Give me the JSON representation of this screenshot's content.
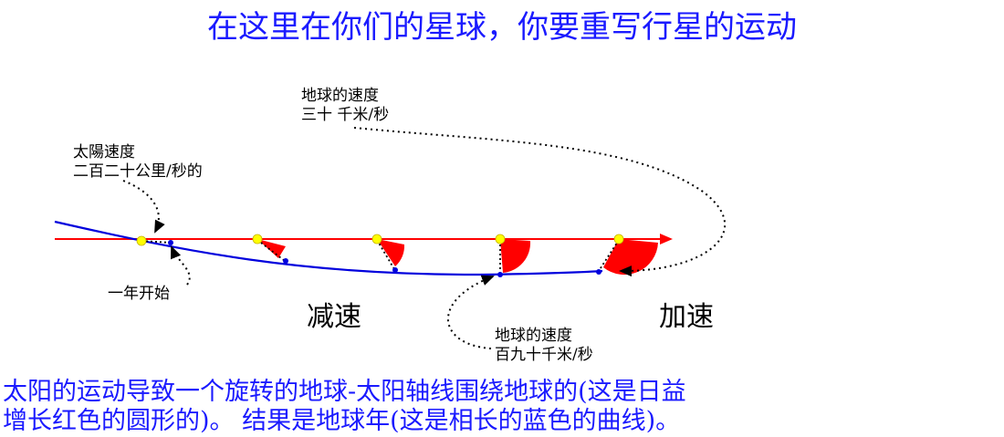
{
  "title": "在这里在你们的星球，你要重写行星的运动",
  "labels": {
    "earth_speed_top_line1": "地球的速度",
    "earth_speed_top_line2": "三十 千米/秒",
    "sun_speed_line1": "太陽速度",
    "sun_speed_line2": "二百二十公里/秒的",
    "year_start": "一年开始",
    "decelerate": "减速",
    "accelerate": "加速",
    "earth_speed_bottom_line1": "地球的速度",
    "earth_speed_bottom_line2": "百九十千米/秒"
  },
  "caption": {
    "line1": "太阳的运动导致一个旋转的地球-太阳轴线围绕地球的(这是日益",
    "line2": "增长红色的圆形的)。   结果是地球年(这是相长的蓝色的曲线)。"
  },
  "colors": {
    "title": "#1a1aff",
    "sun_path": "#ff0000",
    "earth_path": "#0000dd",
    "sun": "#ffff00",
    "sector": "#ff0000",
    "caption": "#1a1aff"
  }
}
